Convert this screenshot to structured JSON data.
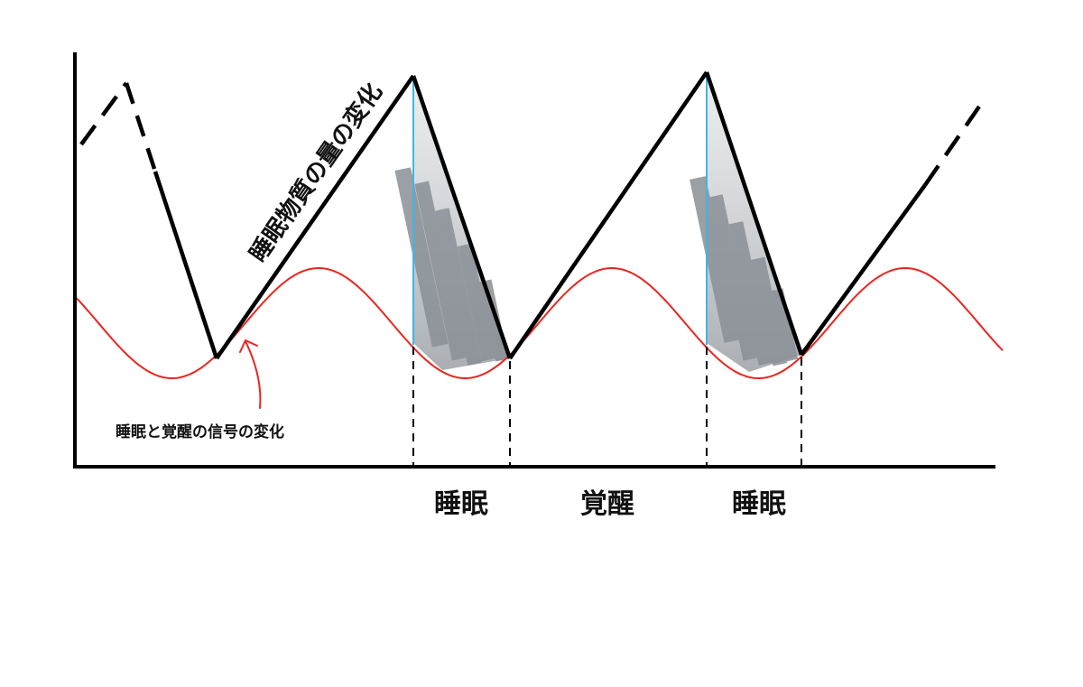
{
  "labels": {
    "sleep_substance": "睡眠物質の量の変化",
    "signal": "睡眠と覚醒の信号の変化"
  },
  "phases": [
    {
      "label": "睡眠"
    },
    {
      "label": "覚醒"
    },
    {
      "label": "睡眠"
    }
  ],
  "colors": {
    "axis": "#000000",
    "sleep_substance_line": "#000000",
    "signal_curve": "#e8261f",
    "sleep_onset_marker": "#3fb6e6",
    "sleep_shading": "#8a8f96"
  }
}
